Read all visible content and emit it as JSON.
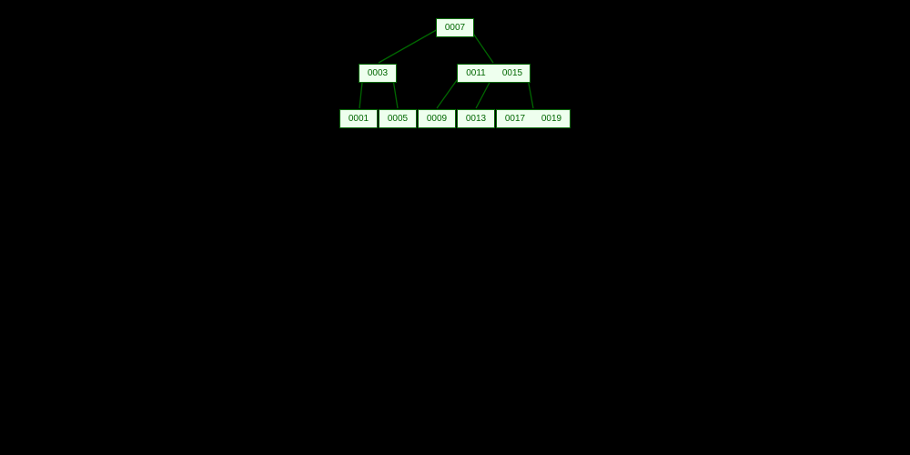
{
  "tree": {
    "type": "B-tree",
    "colors": {
      "background": "#000000",
      "node_fill": "#eeffee",
      "node_border": "#006600",
      "text": "#006600",
      "edge": "#006600"
    },
    "levels": [
      {
        "nodes": [
          {
            "keys": [
              "0007"
            ]
          }
        ]
      },
      {
        "nodes": [
          {
            "keys": [
              "0003"
            ]
          },
          {
            "keys": [
              "0011",
              "0015"
            ]
          }
        ]
      },
      {
        "nodes": [
          {
            "keys": [
              "0001"
            ]
          },
          {
            "keys": [
              "0005"
            ]
          },
          {
            "keys": [
              "0009"
            ]
          },
          {
            "keys": [
              "0013"
            ]
          },
          {
            "keys": [
              "0017",
              "0019"
            ]
          }
        ]
      }
    ]
  }
}
